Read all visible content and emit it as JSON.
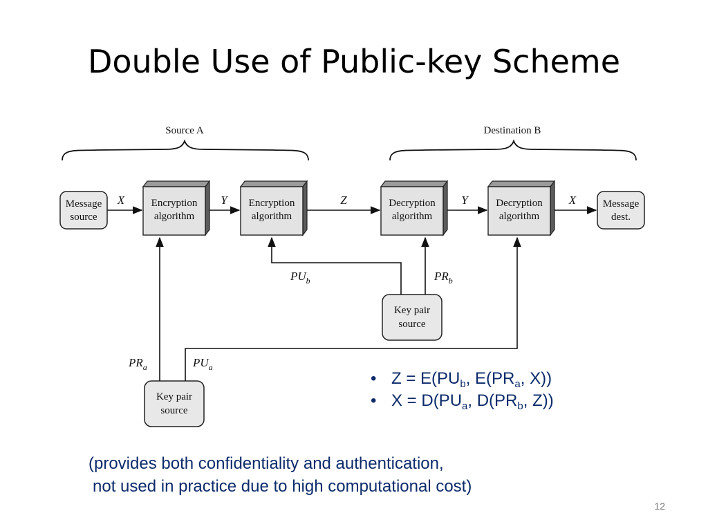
{
  "slide": {
    "title": "Double Use of Public-key Scheme",
    "page_number": "12"
  },
  "diagram": {
    "braces": {
      "source": "Source A",
      "destination": "Destination B"
    },
    "nodes": {
      "message_source": [
        "Message",
        "source"
      ],
      "enc1": [
        "Encryption",
        "algorithm"
      ],
      "enc2": [
        "Encryption",
        "algorithm"
      ],
      "dec1": [
        "Decryption",
        "algorithm"
      ],
      "dec2": [
        "Decryption",
        "algorithm"
      ],
      "message_dest": [
        "Message",
        "dest."
      ],
      "keypair_b": [
        "Key pair",
        "source"
      ],
      "keypair_a": [
        "Key pair",
        "source"
      ]
    },
    "flow_labels": {
      "x_in": "X",
      "y1": "Y",
      "z": "Z",
      "y2": "Y",
      "x_out": "X"
    },
    "key_labels": {
      "pu_b": {
        "base": "PU",
        "sub": "b"
      },
      "pr_b": {
        "base": "PR",
        "sub": "b"
      },
      "pr_a": {
        "base": "PR",
        "sub": "a"
      },
      "pu_a": {
        "base": "PU",
        "sub": "a"
      }
    }
  },
  "equations": [
    {
      "lhs": "Z = E(PU",
      "s1": "b",
      "m1": ", E(PR",
      "s2": "a",
      "end": ", X))"
    },
    {
      "lhs": "X = D(PU",
      "s1": "a",
      "m1": ", D(PR",
      "s2": "b",
      "end": ", Z))"
    }
  ],
  "note": {
    "line1": "(provides both confidentiality and authentication,",
    "line2": "not used in practice due to high computational cost)"
  },
  "colors": {
    "accent_text": "#0d2b6b",
    "box_fill": "#e3e3e3",
    "box_shadow": "#5c5c5c"
  }
}
